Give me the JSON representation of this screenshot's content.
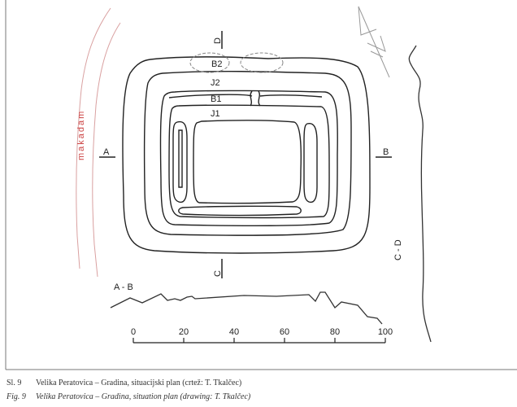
{
  "plan": {
    "labels": {
      "D": "D",
      "B2": "B2",
      "J2": "J2",
      "B1": "B1",
      "J1": "J1",
      "A": "A",
      "B": "B",
      "C": "C",
      "CD": "C - D",
      "AB": "A - B",
      "road": "makadam"
    },
    "scale": {
      "ticks": [
        "0",
        "20",
        "40",
        "60",
        "80",
        "100"
      ]
    }
  },
  "caption": {
    "sl_num": "Sl. 9",
    "sl_text": "Velika Peratovica – Gradina, situacijski plan (crtež: T. Tkalčec)",
    "fig_num": "Fig. 9",
    "fig_text": "Velika Peratovica – Gradina, situation plan (drawing: T. Tkalčec)"
  },
  "colors": {
    "line": "#222222",
    "road": "#d9a0a0",
    "arrow": "#999999"
  }
}
